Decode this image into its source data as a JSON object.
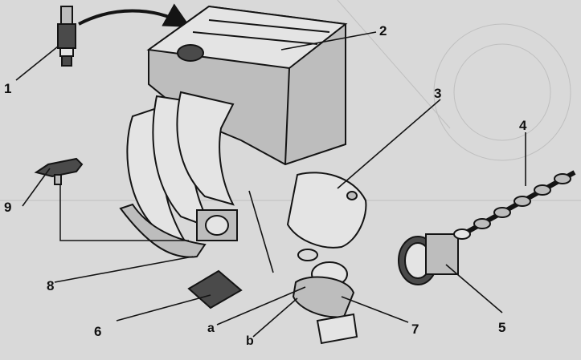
{
  "callouts": {
    "c1": "1",
    "c2": "2",
    "c3": "3",
    "c4": "4",
    "c5": "5",
    "c6": "6",
    "c7": "7",
    "c8": "8",
    "c9": "9",
    "ca": "a",
    "cb": "b"
  },
  "colors": {
    "background": "#d9d9d9",
    "line": "#141414",
    "fill_light": "#e4e4e4",
    "fill_mid": "#bdbdbd",
    "fill_dark": "#4a4a4a"
  }
}
